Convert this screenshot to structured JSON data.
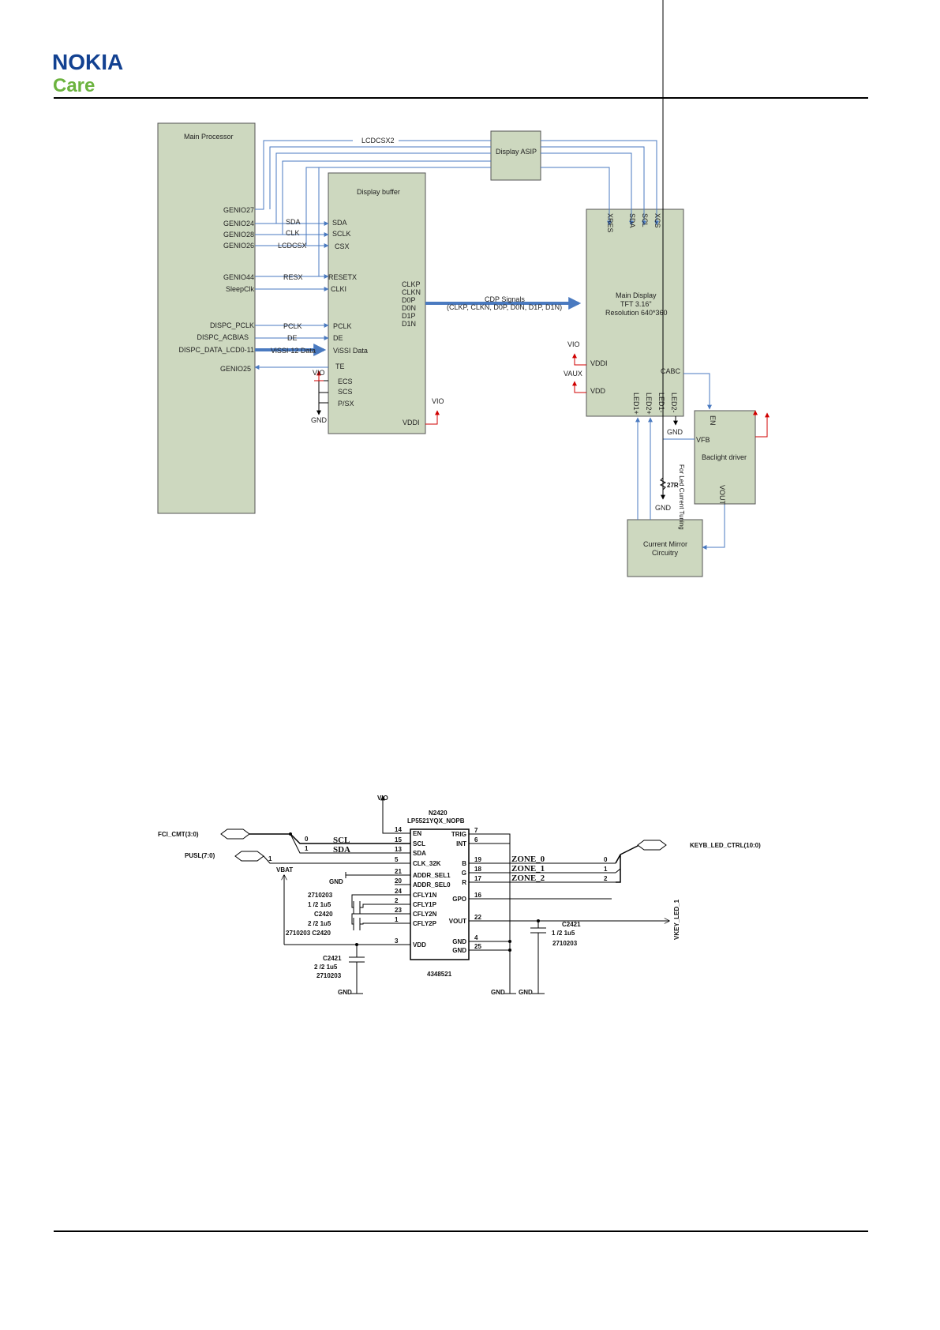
{
  "header": {
    "logo_word": "NOKIA",
    "logo_sub": "Care",
    "brand_blue": "#124191",
    "care_green": "#6cb33f"
  },
  "block_diagram": {
    "colors": {
      "box_fill": "#cdd8bf",
      "box_stroke": "#555555",
      "signal_line": "#4a7ac0",
      "supply_arrow": "#d00000"
    },
    "blocks": {
      "main_processor": "Main Processor",
      "display_asip": "Display ASIP",
      "display_buffer": "Display buffer",
      "main_display": [
        "Main Display",
        "TFT 3.16\"",
        "Resolution 640*360"
      ],
      "backlight_driver": "Baclight driver",
      "current_mirror": [
        "Current Mirror",
        "Circuitry"
      ]
    },
    "processor_pins": [
      "GENIO27",
      "GENIO24",
      "GENIO28",
      "GENIO26",
      "GENIO44",
      "SleepClk",
      "DISPC_PCLK",
      "DISPC_ACBIAS",
      "DISPC_DATA_LCD0-11",
      "GENIO25"
    ],
    "net_labels": [
      "LCDCSX2",
      "SDA",
      "CLK",
      "LCDCSX",
      "RESX",
      "PCLK",
      "DE",
      "ViSSI-12 Data"
    ],
    "buffer_pins": [
      "SDA",
      "SCLK",
      "CSX",
      "RESETX",
      "CLKI",
      "PCLK",
      "DE",
      "ViSSI Data",
      "TE",
      "ECS",
      "SCS",
      "P/SX",
      "VDDI"
    ],
    "buffer_outputs": [
      "CLKP",
      "CLKN",
      "D0P",
      "D0N",
      "D1P",
      "D1N"
    ],
    "cdp_label": [
      "CDP Signals",
      "(CLKP, CLKN, D0P, D0N, D1P, D1N)"
    ],
    "display_top_pins": [
      "XRES",
      "SDA",
      "SCL",
      "XCS"
    ],
    "display_side_pins": [
      "VDDI",
      "VDD",
      "CABC"
    ],
    "display_bottom_pins": [
      "LED1+",
      "LED2+",
      "LED1-",
      "LED2-"
    ],
    "supply_labels": [
      "VIO",
      "VIO",
      "VIO",
      "VAUX"
    ],
    "ground_labels": [
      "GND",
      "GND",
      "GND"
    ],
    "backlight_pins": [
      "EN",
      "VFB",
      "VOUT"
    ],
    "resistor_label": "27R",
    "resistor_note": "For Led Current Tuning"
  },
  "schematic": {
    "top_supply": "VIO",
    "refdes": "N2420",
    "part": "LP5521YQX_NOPB",
    "code": "4348521",
    "left_pins": [
      {
        "num": "14",
        "name": "EN"
      },
      {
        "num": "15",
        "name": "SCL"
      },
      {
        "num": "13",
        "name": "SDA"
      },
      {
        "num": "5",
        "name": "CLK_32K"
      },
      {
        "num": "21",
        "name": "ADDR_SEL1"
      },
      {
        "num": "20",
        "name": "ADDR_SEL0"
      },
      {
        "num": "24",
        "name": "CFLY1N"
      },
      {
        "num": "2",
        "name": "CFLY1P"
      },
      {
        "num": "23",
        "name": "CFLY2N"
      },
      {
        "num": "1",
        "name": "CFLY2P"
      },
      {
        "num": "3",
        "name": "VDD"
      }
    ],
    "right_pins": [
      {
        "num": "7",
        "name": "TRIG"
      },
      {
        "num": "6",
        "name": "INT"
      },
      {
        "num": "19",
        "name": "B"
      },
      {
        "num": "18",
        "name": "G"
      },
      {
        "num": "17",
        "name": "R"
      },
      {
        "num": "16",
        "name": "GPO"
      },
      {
        "num": "22",
        "name": "VOUT"
      },
      {
        "num": "4",
        "name": "GND"
      },
      {
        "num": "25",
        "name": "GND"
      }
    ],
    "ports": [
      "FCI_CMT(3:0)",
      "PUSL(7:0)",
      "KEYB_LED_CTRL(10:0)",
      "VKEY_LED_1"
    ],
    "bus_bits_left": [
      "0",
      "1",
      "1"
    ],
    "bus_bits_right": [
      "0",
      "1",
      "2"
    ],
    "net_names": [
      "SCL",
      "SDA",
      "ZONE_0",
      "ZONE_1",
      "ZONE_2"
    ],
    "vbat": "VBAT",
    "cap_labels": [
      "2710203",
      "1  /2 1u5",
      "C2420",
      "2  /2 1u5",
      "2710203 C2420"
    ],
    "cap_bottom": [
      "C2421",
      "2 /2 1u5",
      "2710203"
    ],
    "cap_right": [
      "C2421",
      "1 /2 1u5",
      "2710203"
    ],
    "gnd_labels": [
      "GND",
      "GND",
      "GND",
      "GND"
    ]
  }
}
